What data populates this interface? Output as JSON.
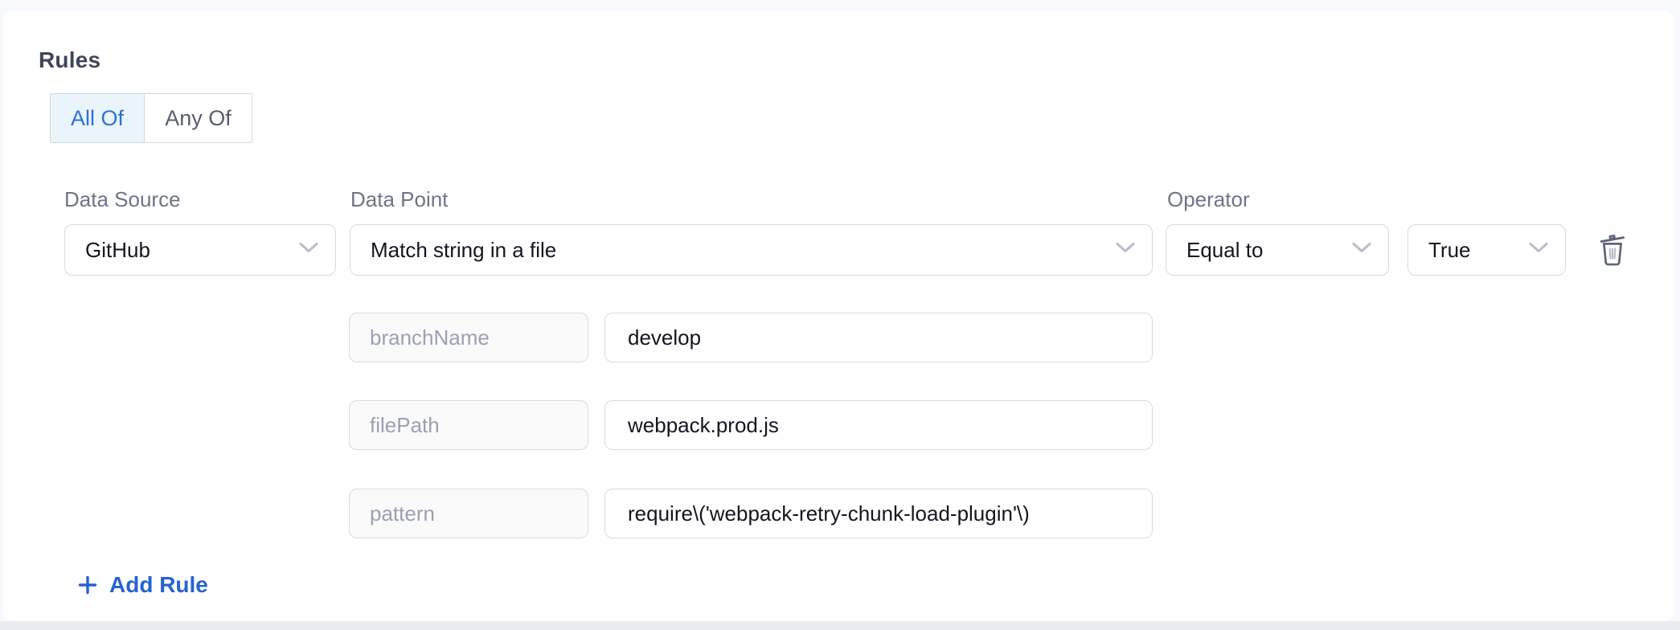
{
  "rules": {
    "heading": "Rules",
    "match_mode": {
      "options": [
        {
          "label": "All Of",
          "selected": true
        },
        {
          "label": "Any Of",
          "selected": false
        }
      ]
    },
    "rule": {
      "data_source": {
        "label": "Data Source",
        "value": "GitHub"
      },
      "data_point": {
        "label": "Data Point",
        "value": "Match string in a file"
      },
      "operator": {
        "label": "Operator",
        "value": "Equal to"
      },
      "operator_value": {
        "value": "True"
      },
      "params": [
        {
          "key": "branchName",
          "value": "develop"
        },
        {
          "key": "filePath",
          "value": "webpack.prod.js"
        },
        {
          "key": "pattern",
          "value": "require\\('webpack-retry-chunk-load-plugin'\\)"
        }
      ]
    },
    "add_rule_label": "Add Rule"
  },
  "icons": {
    "dropdown": "chevron-down-icon",
    "delete": "trash-icon",
    "add": "plus-icon"
  },
  "colors": {
    "accent_blue": "#2f6fd6",
    "link_blue": "#2563d1",
    "selected_toggle_bg": "#eaf5fb",
    "border": "#d7dae3",
    "label_gray": "#6e7489",
    "placeholder_gray": "#9ba0b3",
    "card_bg": "#ffffff",
    "page_bg": "#f7f9fc",
    "bottom_strip": "#e9ebf0"
  }
}
